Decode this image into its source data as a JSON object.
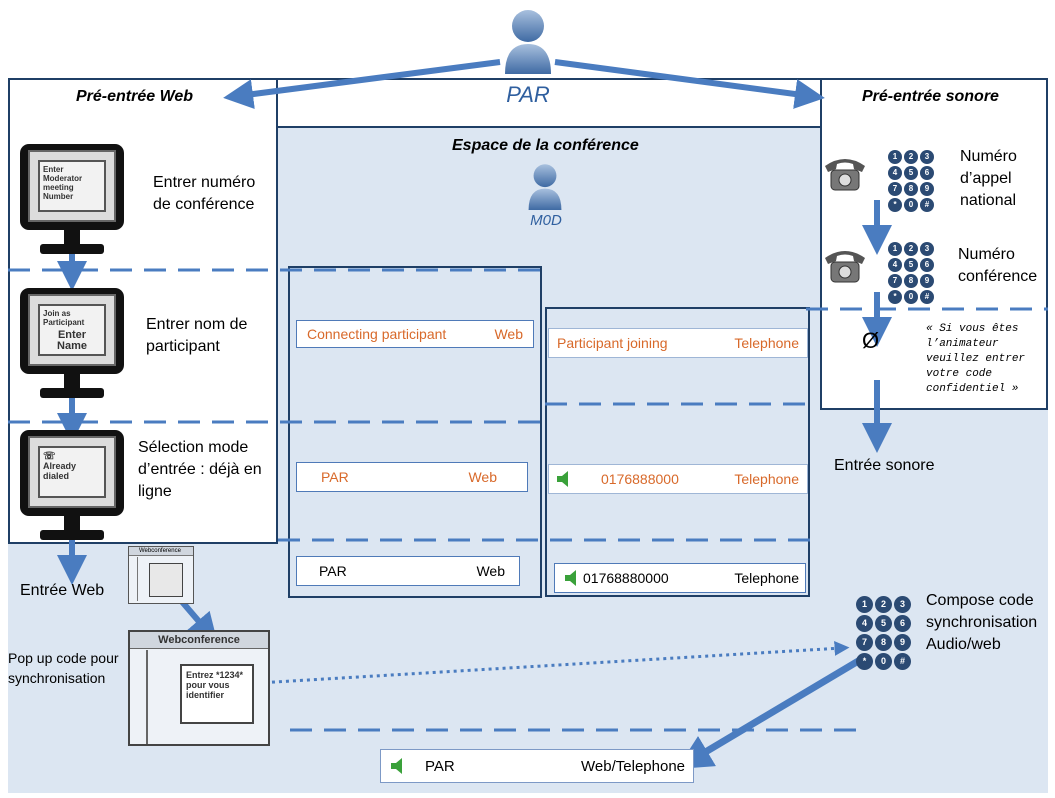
{
  "top": {
    "par_label": "PAR"
  },
  "left_panel": {
    "title": "Pré-entrée Web"
  },
  "right_panel": {
    "title": "Pré-entrée sonore"
  },
  "center": {
    "title": "Espace de la conférence",
    "mod_label": "M0D"
  },
  "web_steps": {
    "step1": {
      "screen": "Enter Moderator meeting Number",
      "label": "Entrer numéro de conférence"
    },
    "step2": {
      "screen_top": "Join as Participant",
      "screen_main": "Enter Name",
      "label": "Entrer nom de participant"
    },
    "step3": {
      "screen": "Already dialed",
      "label": "Sélection mode d’entrée : déjà en ligne"
    }
  },
  "phone_steps": {
    "step1": "Numéro d’appel national",
    "step2": "Numéro conférence",
    "null_symbol": "Ø",
    "message": "« Si vous êtes l’animateur veuillez entrer votre code confidentiel »",
    "audio_entry": "Entrée sonore"
  },
  "web_column": {
    "row1": {
      "name": "Connecting participant",
      "mode": "Web"
    },
    "row2": {
      "name": "PAR",
      "mode": "Web"
    },
    "row3": {
      "name": "PAR",
      "mode": "Web"
    }
  },
  "phone_column": {
    "row1": {
      "name": "Participant joining",
      "mode": "Telephone"
    },
    "row2": {
      "name": "0176888000",
      "mode": "Telephone"
    },
    "row3": {
      "name": "01768880000",
      "mode": "Telephone"
    }
  },
  "bottom": {
    "web_entry": "Entrée Web",
    "popup_label": "Pop up code pour synchronisation",
    "popup_small_title": "Webconference",
    "popup_title": "Webconference",
    "popup_code": "Entrez *1234* pour vous identifier",
    "compose_label": "Compose code synchronisation Audio/web",
    "final": {
      "name": "PAR",
      "mode": "Web/Telephone"
    }
  },
  "keypad_keys": [
    "1",
    "2",
    "3",
    "4",
    "5",
    "6",
    "7",
    "8",
    "9",
    "*",
    "0",
    "#"
  ],
  "colors": {
    "background_blue": "#dce6f2",
    "arrow_blue": "#4a7cc0",
    "border_navy": "#1f3f66",
    "orange_text": "#d8692a",
    "speaker_green": "#3aa13a"
  }
}
